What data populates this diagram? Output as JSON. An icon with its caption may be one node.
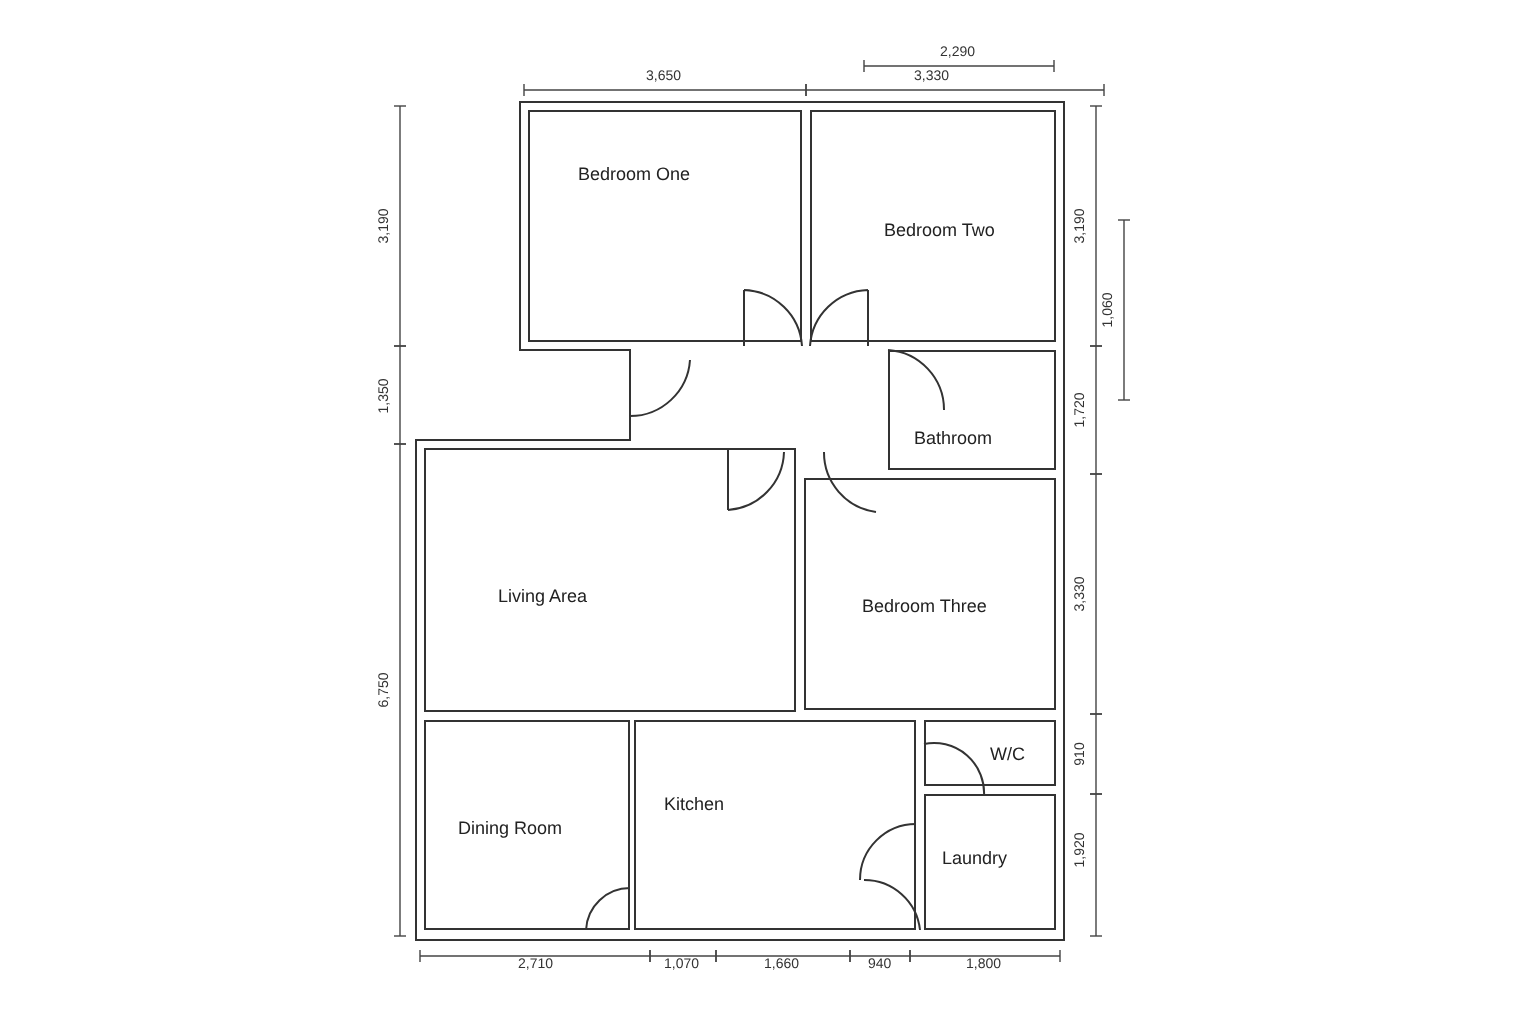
{
  "diagram": {
    "nodes": [
      {
        "text": [
          "Bedroom One"
        ]
      },
      {
        "text": [
          "Bedroom Two"
        ]
      },
      {
        "text": [
          "Bathroom"
        ]
      },
      {
        "text": [
          "Living Area"
        ]
      },
      {
        "text": [
          "Bedroom Three"
        ]
      },
      {
        "text": [
          "W/C"
        ]
      },
      {
        "text": [
          "Kitchen"
        ]
      },
      {
        "text": [
          "Dining Room"
        ]
      },
      {
        "text": [
          "Laundry"
        ]
      }
    ],
    "edges": [],
    "labels": [
      "2,290",
      "3,650",
      "3,330",
      "3,190",
      "1,350",
      "6,750",
      "3,190",
      "1,060",
      "1,720",
      "3,330",
      "910",
      "1,920",
      "2,710",
      "1,070",
      "1,660",
      "940",
      "1,800"
    ]
  }
}
